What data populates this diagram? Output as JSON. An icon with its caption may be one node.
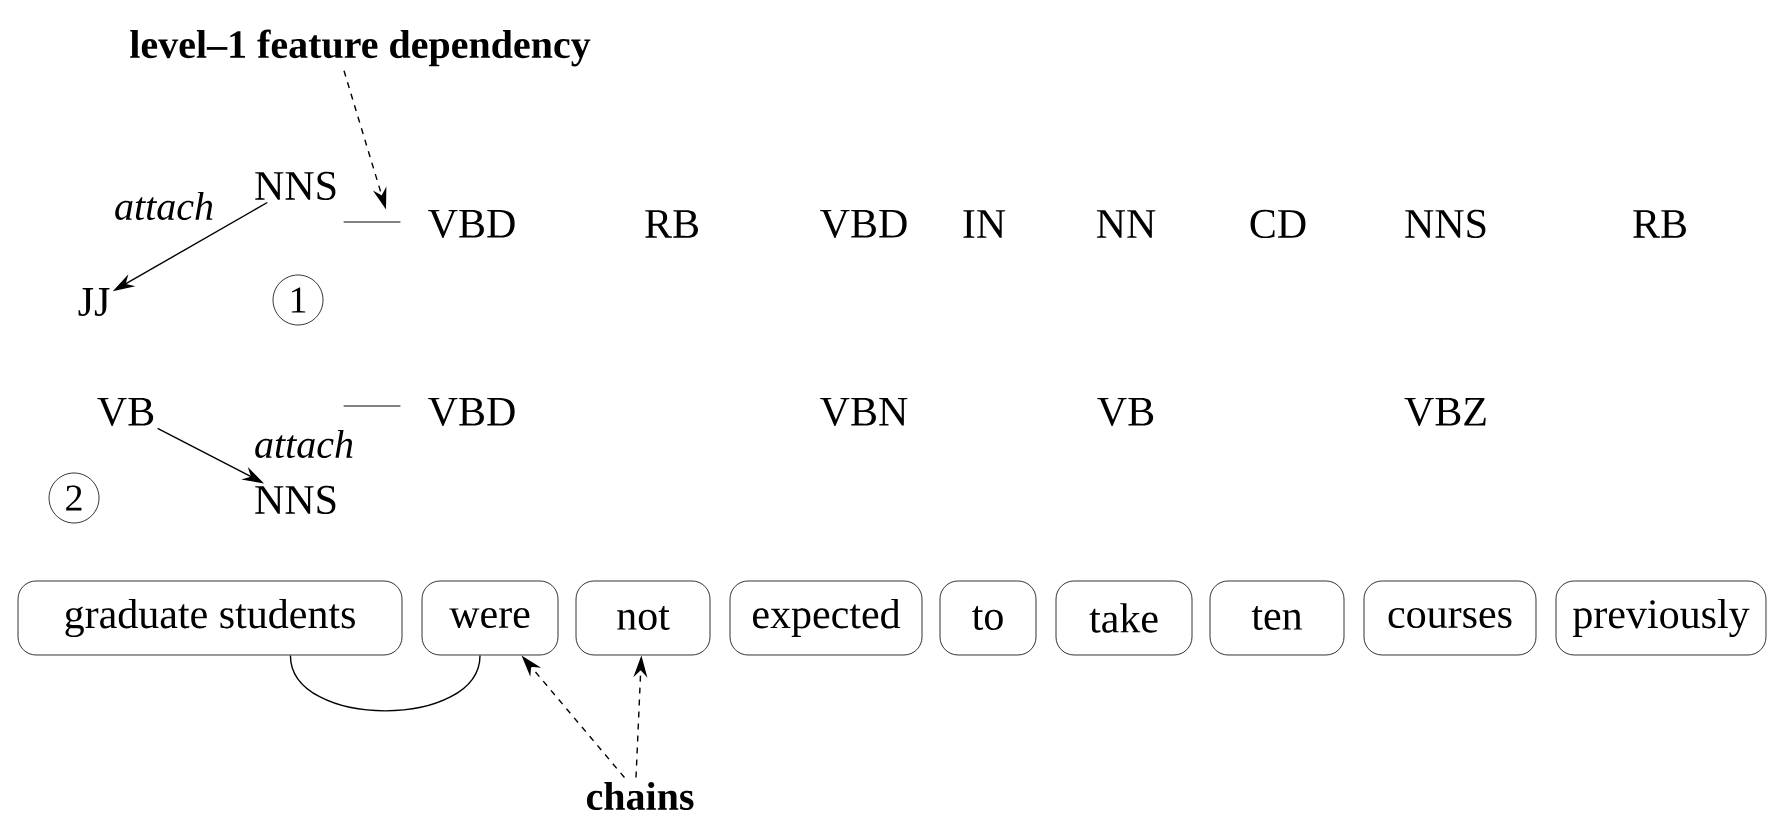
{
  "diagram": {
    "nodes": [
      {
        "text": [
          "level–1 feature dependency"
        ]
      },
      {
        "text": [
          "NNS"
        ]
      },
      {
        "text": [
          "JJ"
        ]
      },
      {
        "text": [
          "1"
        ]
      },
      {
        "text": [],
        "shape": "bar"
      },
      {
        "text": [
          "VBD"
        ]
      },
      {
        "text": [
          "RB"
        ]
      },
      {
        "text": [
          "VBD"
        ]
      },
      {
        "text": [
          "IN"
        ]
      },
      {
        "text": [
          "NN"
        ]
      },
      {
        "text": [
          "CD"
        ]
      },
      {
        "text": [
          "NNS"
        ]
      },
      {
        "text": [
          "RB"
        ]
      },
      {
        "text": [
          "VB"
        ]
      },
      {
        "text": [],
        "shape": "bar"
      },
      {
        "text": [
          "VBD"
        ]
      },
      {
        "text": [
          "VBN"
        ]
      },
      {
        "text": [
          "VB"
        ]
      },
      {
        "text": [
          "VBZ"
        ]
      },
      {
        "text": [
          "2"
        ]
      },
      {
        "text": [
          "NNS"
        ]
      },
      {
        "text": [
          "graduate students"
        ]
      },
      {
        "text": [
          "were"
        ]
      },
      {
        "text": [
          "not"
        ]
      },
      {
        "text": [
          "expected"
        ]
      },
      {
        "text": [
          "to"
        ]
      },
      {
        "text": [
          "take"
        ]
      },
      {
        "text": [
          "ten"
        ]
      },
      {
        "text": [
          "courses"
        ]
      },
      {
        "text": [
          "previously"
        ]
      },
      {
        "text": [
          "chains"
        ]
      }
    ],
    "edges": [
      {
        "from": 1,
        "to": 2,
        "arrow": "to",
        "label": "attach"
      },
      {
        "from": 13,
        "to": 20,
        "arrow": "to",
        "label": "attach"
      },
      {
        "from": 0,
        "to": 4,
        "arrow": "to",
        "style": "dashed"
      },
      {
        "from": 21,
        "to": 22,
        "arrow": "none"
      },
      {
        "from": 30,
        "to": 22,
        "arrow": "to",
        "style": "dashed"
      },
      {
        "from": 30,
        "to": 23,
        "arrow": "to",
        "style": "dashed"
      }
    ]
  }
}
